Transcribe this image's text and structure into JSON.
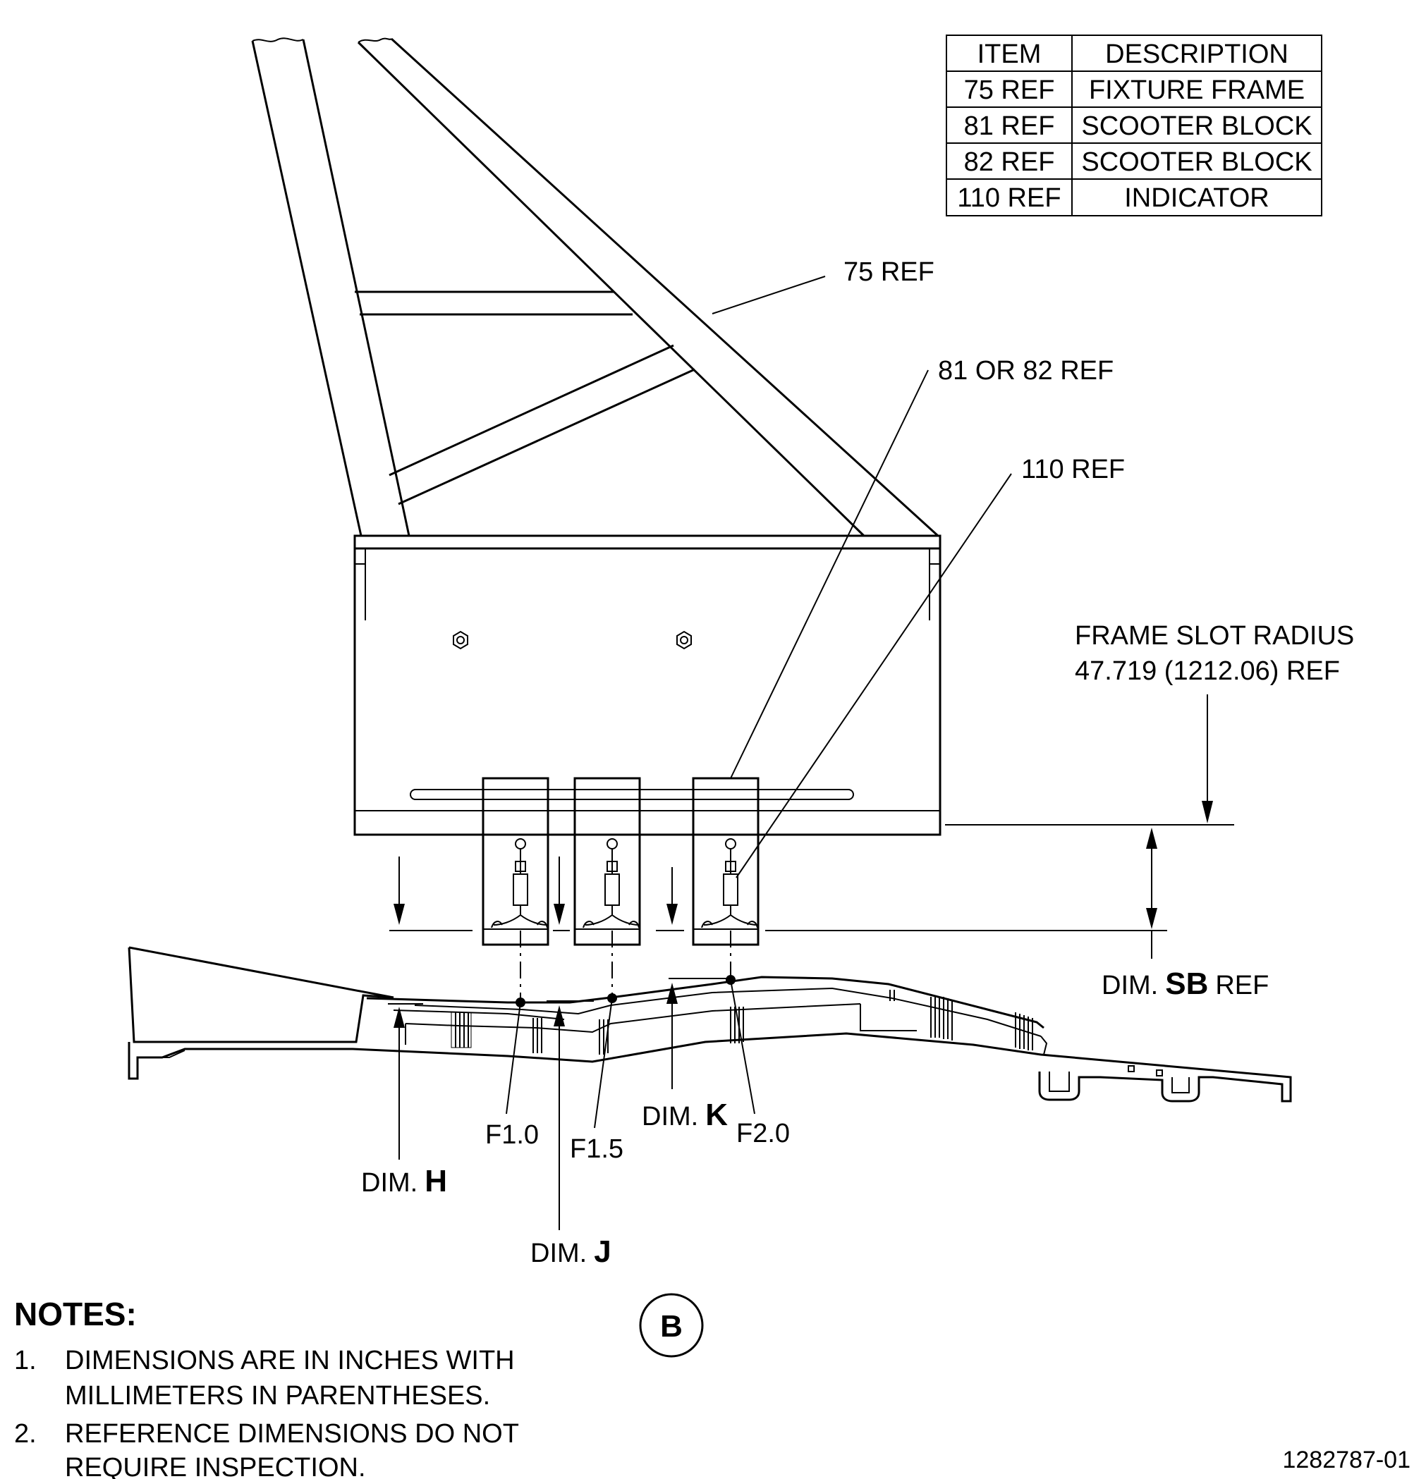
{
  "table": {
    "headers": [
      "ITEM",
      "DESCRIPTION"
    ],
    "rows": [
      [
        "75 REF",
        "FIXTURE FRAME"
      ],
      [
        "81 REF",
        "SCOOTER BLOCK"
      ],
      [
        "82 REF",
        "SCOOTER BLOCK"
      ],
      [
        "110 REF",
        "INDICATOR"
      ]
    ]
  },
  "callouts": {
    "frame": "75 REF",
    "block": "81 OR 82 REF",
    "indicator": "110 REF",
    "slot_radius_line1": "FRAME SLOT RADIUS",
    "slot_radius_line2": "47.719 (1212.06) REF"
  },
  "dims": {
    "sb_prefix": "DIM.",
    "sb_letter": "SB",
    "sb_suffix": "REF",
    "h_prefix": "DIM.",
    "h_letter": "H",
    "j_prefix": "DIM.",
    "j_letter": "J",
    "k_prefix": "DIM.",
    "k_letter": "K"
  },
  "points": {
    "f1": "F1.0",
    "f15": "F1.5",
    "f2": "F2.0"
  },
  "view_label": "B",
  "notes": {
    "title": "NOTES:",
    "items": [
      {
        "num": "1.",
        "line1": "DIMENSIONS ARE IN INCHES WITH",
        "line2": "MILLIMETERS IN PARENTHESES."
      },
      {
        "num": "2.",
        "line1": "REFERENCE DIMENSIONS DO NOT",
        "line2": "REQUIRE INSPECTION."
      }
    ]
  },
  "doc_id": "1282787-01"
}
